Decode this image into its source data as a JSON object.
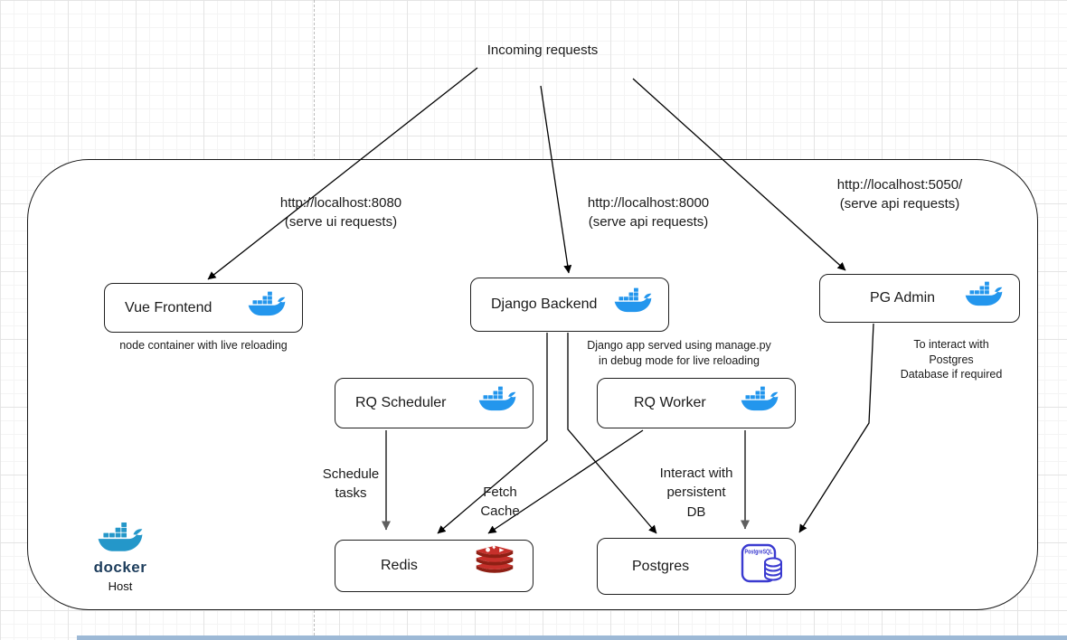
{
  "diagram": {
    "title": "Incoming requests",
    "edge_labels": {
      "ui": "http://localhost:8080\n(serve ui requests)",
      "api": "http://localhost:8000\n(serve api requests)",
      "pgadmin": "http://localhost:5050/\n(serve api requests)",
      "schedule": "Schedule\ntasks",
      "fetch": "Fetch\nCache",
      "interact": "Interact with\npersistent\nDB"
    },
    "nodes": {
      "vue": {
        "label": "Vue Frontend",
        "caption": "node container with live reloading"
      },
      "django": {
        "label": "Django Backend",
        "caption": "Django app served using manage.py\nin debug mode for live reloading"
      },
      "pgadmin": {
        "label": "PG Admin",
        "caption": "To interact with Postgres\nDatabase if required"
      },
      "rq_scheduler": {
        "label": "RQ Scheduler"
      },
      "rq_worker": {
        "label": "RQ Worker"
      },
      "redis": {
        "label": "Redis"
      },
      "postgres": {
        "label": "Postgres",
        "icon_text": "PostgreSQL"
      }
    },
    "host": {
      "brand": "docker",
      "label": "Host"
    },
    "icons": [
      "docker-whale-icon",
      "redis-icon",
      "postgresql-icon"
    ],
    "colors": {
      "docker_blue": "#2396ED",
      "redis_red": "#C6302B",
      "redis_dark": "#8E1F14",
      "postgres_blue": "#3a3ad0",
      "line_black": "#000000",
      "arrow_gray": "#5f5f5f"
    }
  }
}
